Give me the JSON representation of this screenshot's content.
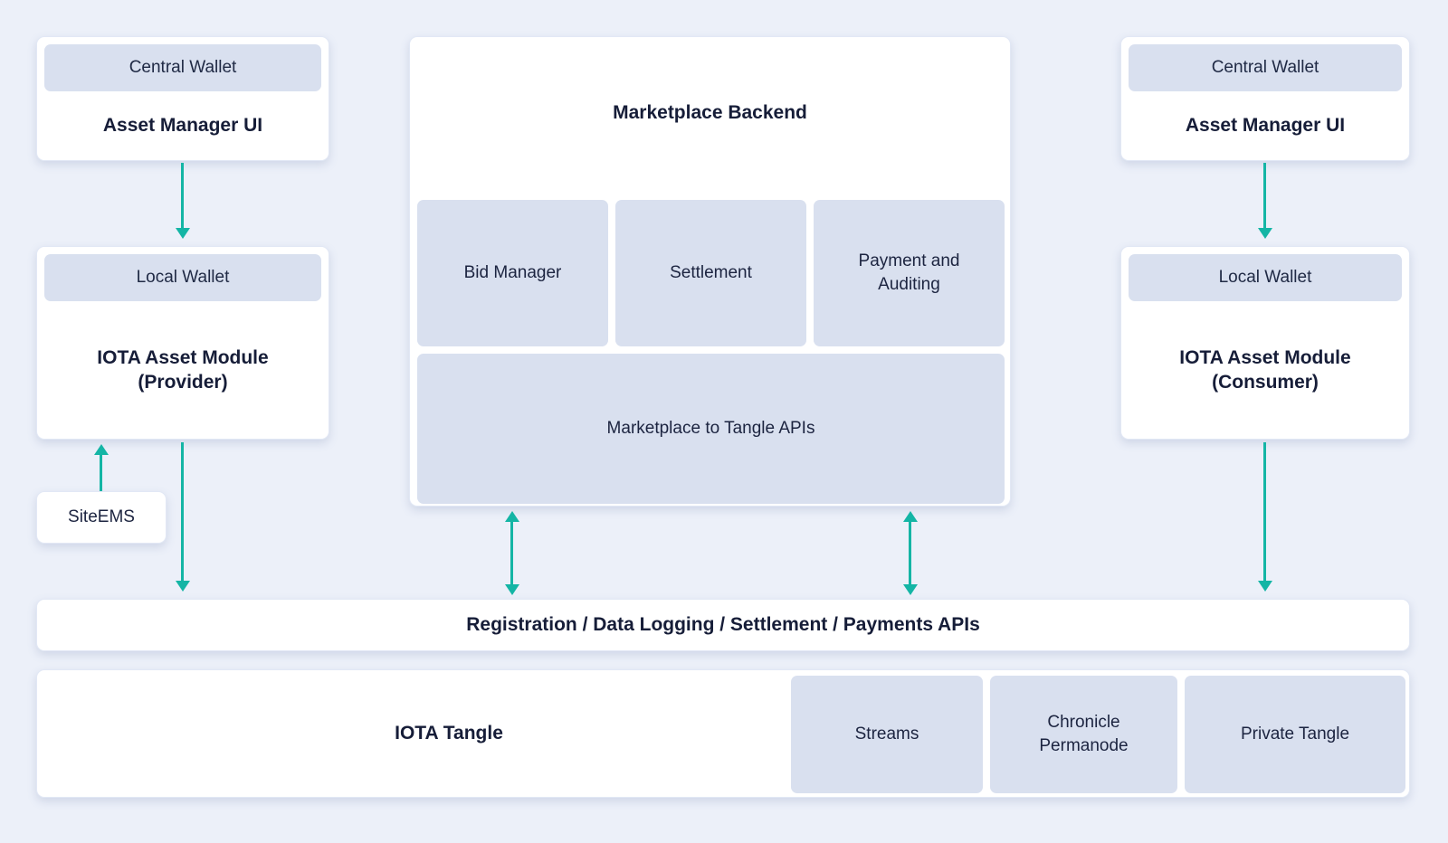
{
  "colors": {
    "background": "#ecf0f9",
    "card": "#ffffff",
    "panel": "#d9e0ef",
    "arrow": "#14b5a5",
    "heading_text": "#161d38",
    "body_text": "#1c2440"
  },
  "provider": {
    "asset_manager": {
      "wallet_label": "Central Wallet",
      "title": "Asset Manager UI"
    },
    "asset_module": {
      "wallet_label": "Local Wallet",
      "title": "IOTA Asset Module\n(Provider)"
    },
    "site_ems_label": "SiteEMS"
  },
  "consumer": {
    "asset_manager": {
      "wallet_label": "Central Wallet",
      "title": "Asset Manager UI"
    },
    "asset_module": {
      "wallet_label": "Local Wallet",
      "title": "IOTA Asset Module\n(Consumer)"
    }
  },
  "backend": {
    "title": "Marketplace Backend",
    "modules": [
      "Bid Manager",
      "Settlement",
      "Payment and Auditing"
    ],
    "api_layer": "Marketplace to Tangle APIs"
  },
  "apis_bar_label": "Registration / Data Logging / Settlement / Payments APIs",
  "tangle": {
    "title": "IOTA Tangle",
    "components": [
      "Streams",
      "Chronicle Permanode",
      "Private Tangle"
    ]
  }
}
